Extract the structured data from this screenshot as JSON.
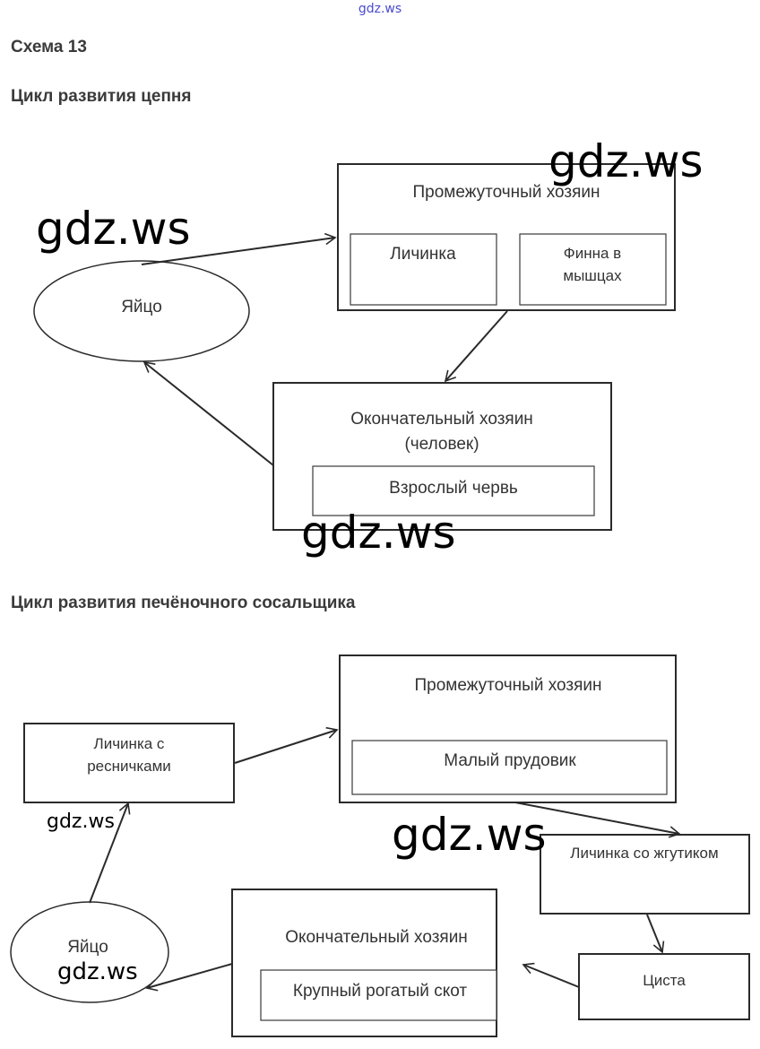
{
  "watermark_top": "gdz.ws",
  "watermark": "gdz.ws",
  "scheme_title": "Схема 13",
  "diagram1": {
    "title": "Цикл развития цепня",
    "egg": "Яйцо",
    "intermediate_host": {
      "title": "Промежуточный хозяин",
      "stages": [
        "Личинка",
        "Финна в",
        "мышцах"
      ]
    },
    "final_host": {
      "title_line1": "Окончательный хозяин",
      "title_line2": "(человек)",
      "stage": "Взрослый червь"
    }
  },
  "diagram2": {
    "title": "Цикл развития печёночного сосальщика",
    "ciliated_larva_line1": "Личинка с",
    "ciliated_larva_line2": "ресничками",
    "intermediate_host": {
      "title": "Промежуточный хозяин",
      "stage": "Малый прудовик"
    },
    "flagellated_larva": "Личинка со жгутиком",
    "cyst": "Циста",
    "final_host": {
      "title": "Окончательный хозяин",
      "stage": "Крупный рогатый скот"
    },
    "egg": "Яйцо"
  }
}
